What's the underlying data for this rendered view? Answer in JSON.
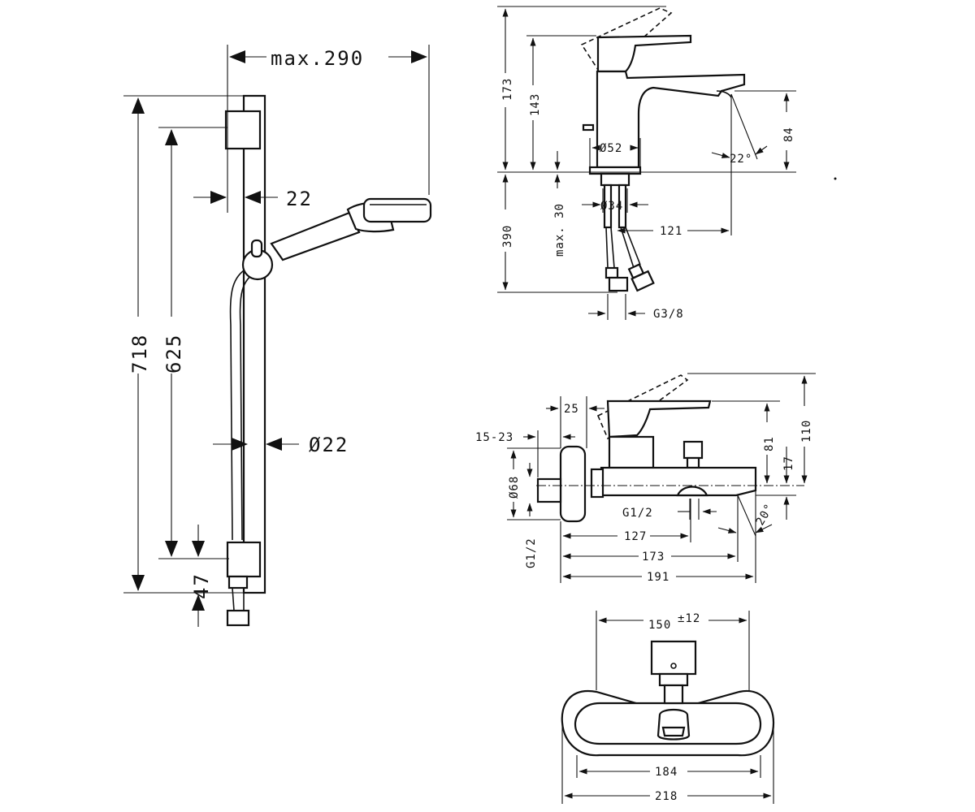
{
  "shower_set": {
    "max_reach": "max.290",
    "height": "718",
    "rail_length": "625",
    "offset": "22",
    "diameter": "Ø22",
    "bottom": "47"
  },
  "basin_mixer": {
    "total_height": "173",
    "spout_height": "143",
    "base_diameter": "Ø52",
    "outlet_height": "84",
    "angle": "22°",
    "hose_length": "390",
    "max_thickness": "max. 30",
    "hole_diameter": "Ø34",
    "spout_reach": "121",
    "thread": "G3/8"
  },
  "bath_mixer_side": {
    "lever_offset": "25",
    "wall_range": "15-23",
    "flange_diameter": "Ø68",
    "connection_thread": "G1/2",
    "outlet_thread": "G1/2",
    "height_81": "81",
    "height_17": "17",
    "total_height": "110",
    "angle": "20°",
    "length_127": "127",
    "length_173": "173",
    "length_191": "191"
  },
  "bath_mixer_front": {
    "centers": "150",
    "tolerance": "±12",
    "inner_width": "184",
    "total_width": "218"
  }
}
